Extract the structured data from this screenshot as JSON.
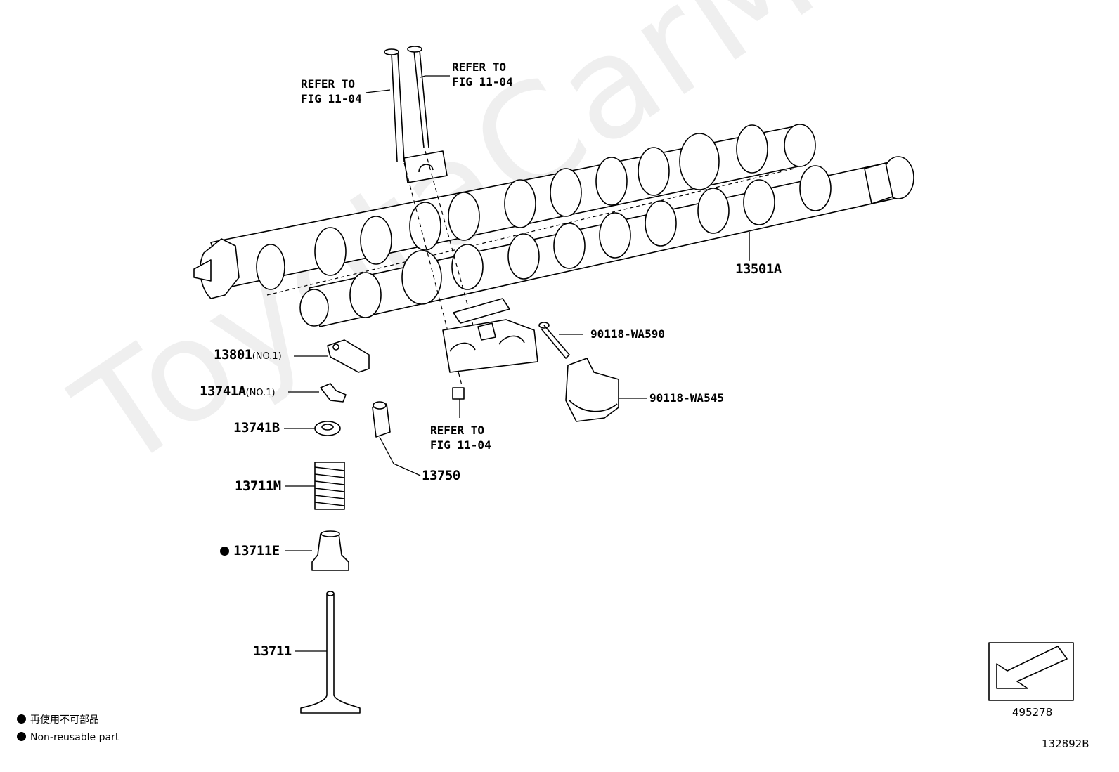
{
  "watermark": "ToyotaCarMirror.ru",
  "references": {
    "ref_upper_left": [
      "REFER TO",
      "FIG 11-04"
    ],
    "ref_upper_right": [
      "REFER TO",
      "FIG 11-04"
    ],
    "ref_lower": [
      "REFER TO",
      "FIG 11-04"
    ]
  },
  "parts": {
    "camshaft": "13501A",
    "bolt": "90118-WA590",
    "bearing_cap": "90118-WA545",
    "rocker_arm": "13801",
    "rocker_arm_suffix": "(NO.1)",
    "retainer_lock": "13741A",
    "retainer_lock_suffix": "(NO.1)",
    "retainer": "13741B",
    "lash_adjuster": "13750",
    "valve_spring": "13711M",
    "stem_seal": "13711E",
    "valve": "13711"
  },
  "legend": {
    "jp": "再使用不可部品",
    "en": "Non-reusable part"
  },
  "direction_code": "495278",
  "figure_code": "132892B"
}
